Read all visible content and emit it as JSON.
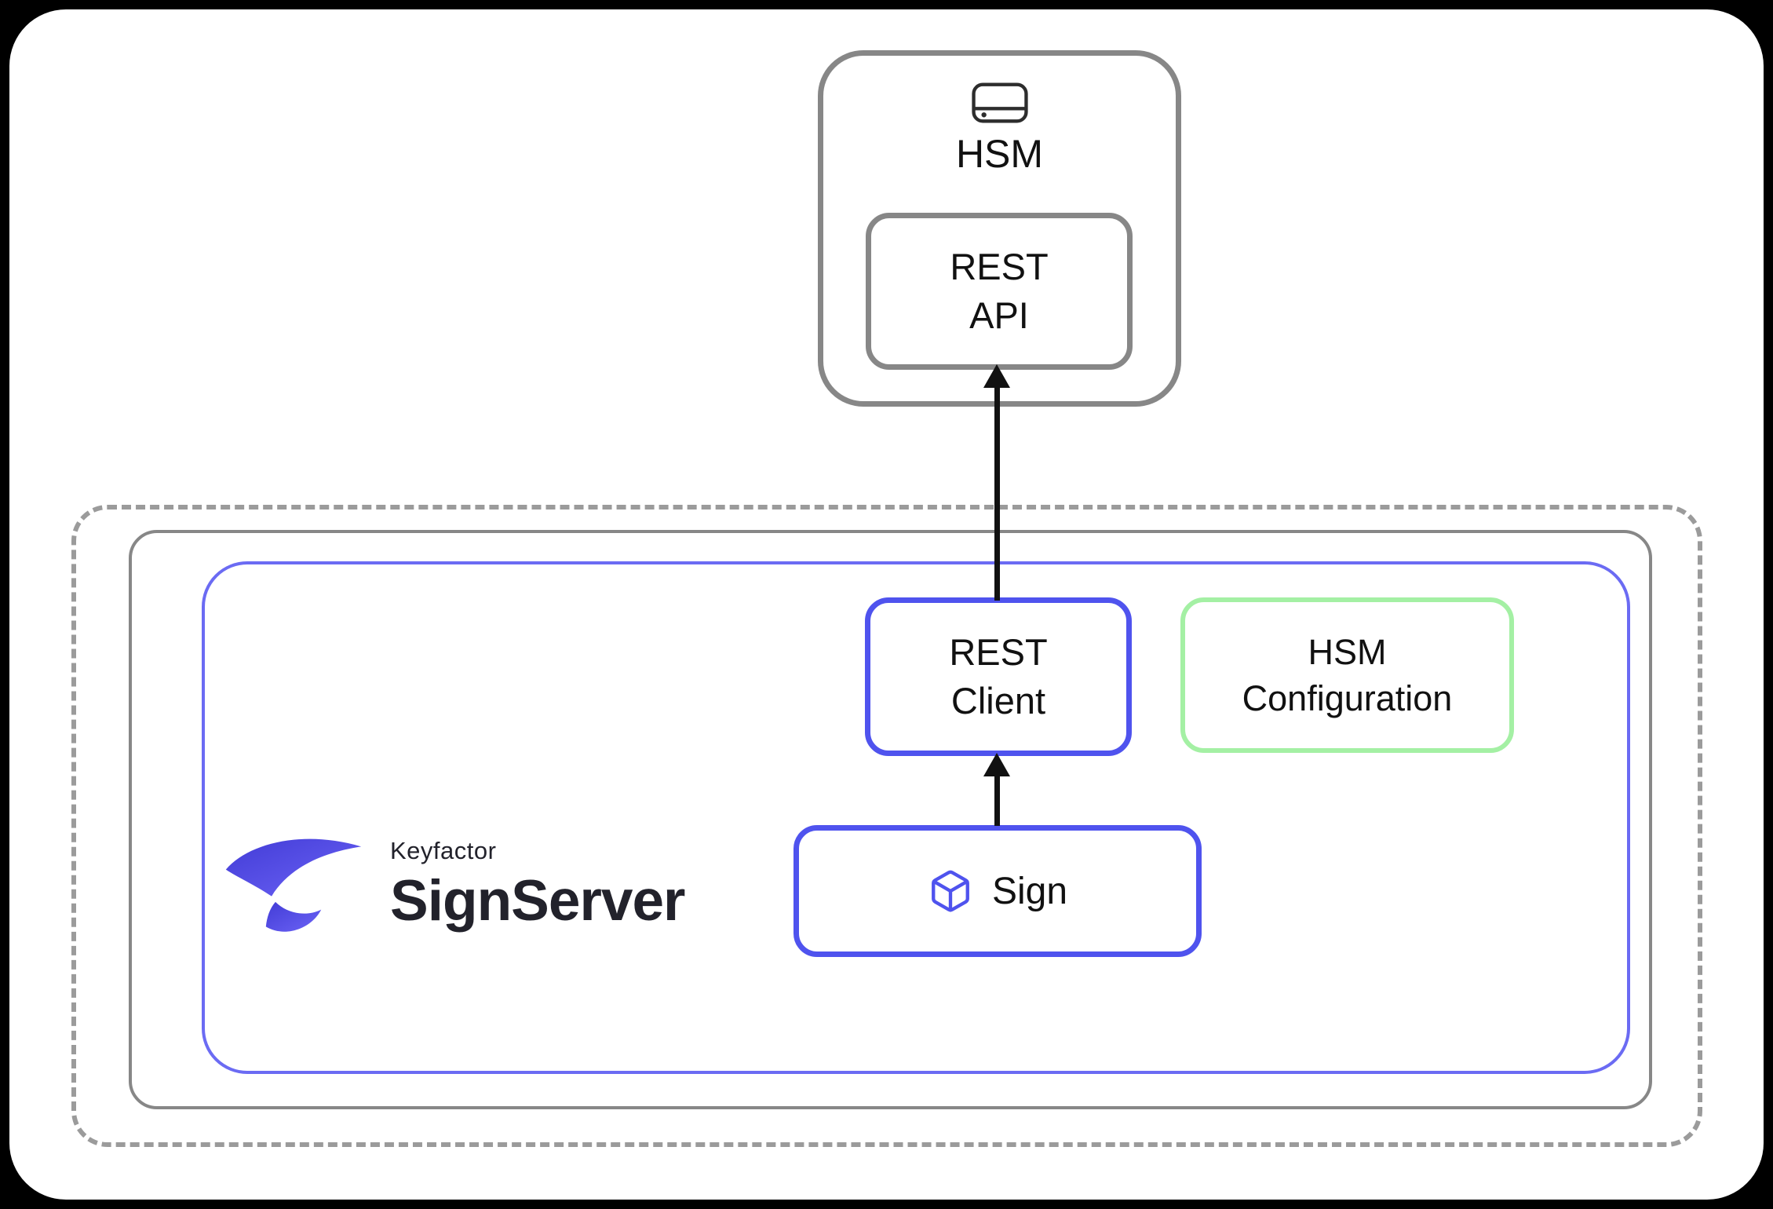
{
  "colors": {
    "indigo": "#4f53ee",
    "indigo_light": "#6b6bf3",
    "green": "#a4f0a4",
    "gray": "#878787",
    "gray_dash": "#9b9b9b",
    "arrow": "#111111",
    "ink": "#111111",
    "logo_ink": "#22222b"
  },
  "hsm_unit": {
    "title": "HSM",
    "device_icon": "hard-drive-icon",
    "rest_api": {
      "line1": "REST",
      "line2": "API"
    }
  },
  "signserver_unit": {
    "logo": {
      "brand": "Keyfactor",
      "product": "SignServer"
    },
    "rest_client": {
      "line1": "REST",
      "line2": "Client"
    },
    "hsm_configuration": {
      "line1": "HSM",
      "line2": "Configuration"
    },
    "sign": {
      "label": "Sign",
      "icon": "box-cube-icon"
    }
  }
}
